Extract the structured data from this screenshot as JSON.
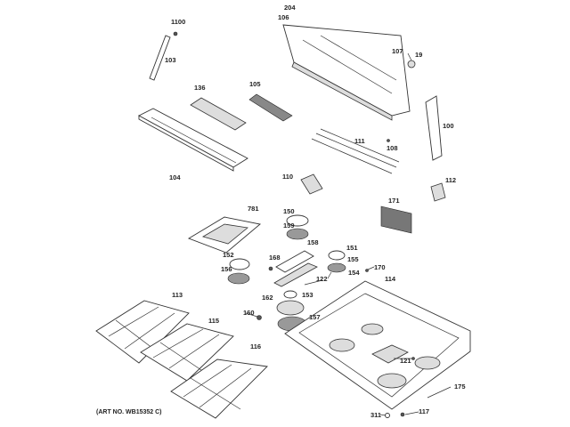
{
  "diagram": {
    "callouts": [
      "1100",
      "103",
      "136",
      "105",
      "204",
      "106",
      "107",
      "19",
      "100",
      "104",
      "111",
      "108",
      "110",
      "112",
      "171",
      "781",
      "150",
      "159",
      "158",
      "151",
      "155",
      "154",
      "170",
      "114",
      "152",
      "168",
      "122",
      "156",
      "113",
      "162",
      "153",
      "160",
      "157",
      "115",
      "116",
      "121",
      "175",
      "311",
      "117"
    ],
    "art_number": "(ART NO. WB15352 C)"
  }
}
